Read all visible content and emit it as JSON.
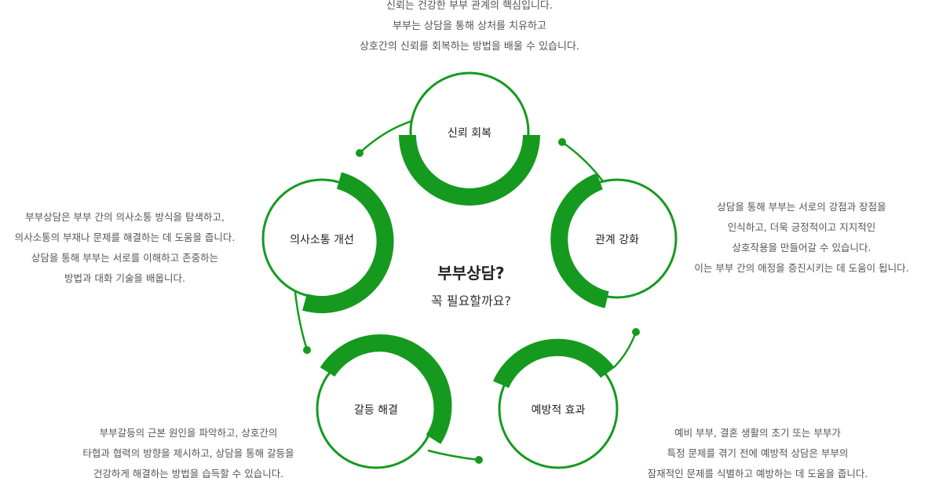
{
  "center": {
    "title": "부부상담?",
    "subtitle": "꼭 필요할까요?"
  },
  "nodes": [
    {
      "label": "신뢰 회복",
      "description": [
        "신뢰는 건강한 부부 관계의 핵심입니다.",
        "부부는 상담을 통해 상처를 치유하고",
        "상호간의 신뢰를 회복하는 방법을 배울 수 있습니다."
      ]
    },
    {
      "label": "관계 강화",
      "description": [
        "상담을 통해 부부는 서로의 강점과 장점을",
        "인식하고, 더욱 긍정적이고 지지적인",
        "상호작용을 만들어갈 수 있습니다.",
        "이는 부부 간의 애정을 증진시키는 데 도움이 됩니다."
      ]
    },
    {
      "label": "예방적 효과",
      "description": [
        "예비 부부, 결혼 생활의 초기 또는 부부가",
        "특정 문제를 겪기 전에 예방적 상담은 부부의",
        "잠재적인 문제를 식별하고 예방하는 데 도움을 줍니다."
      ]
    },
    {
      "label": "갈등 해결",
      "description": [
        "부부갈등의 근본 원인을 파악하고, 상호간의",
        "타협과 협력의 방향을 제시하고, 상담을 통해 갈등을",
        "건강하게 해결하는 방법을 습득할 수 있습니다."
      ]
    },
    {
      "label": "의사소통 개선",
      "description": [
        "부부상담은 부부 간의 의사소통 방식을 탐색하고,",
        "의사소통의 부재나 문제를 해결하는 데 도움을 줍니다.",
        "상담을 통해 부부는 서로를 이해하고 존중하는",
        "방법과 대화 기술을 배웁니다."
      ]
    }
  ],
  "colors": {
    "accent": "#159a1f",
    "text": "#555555",
    "title": "#222222"
  }
}
